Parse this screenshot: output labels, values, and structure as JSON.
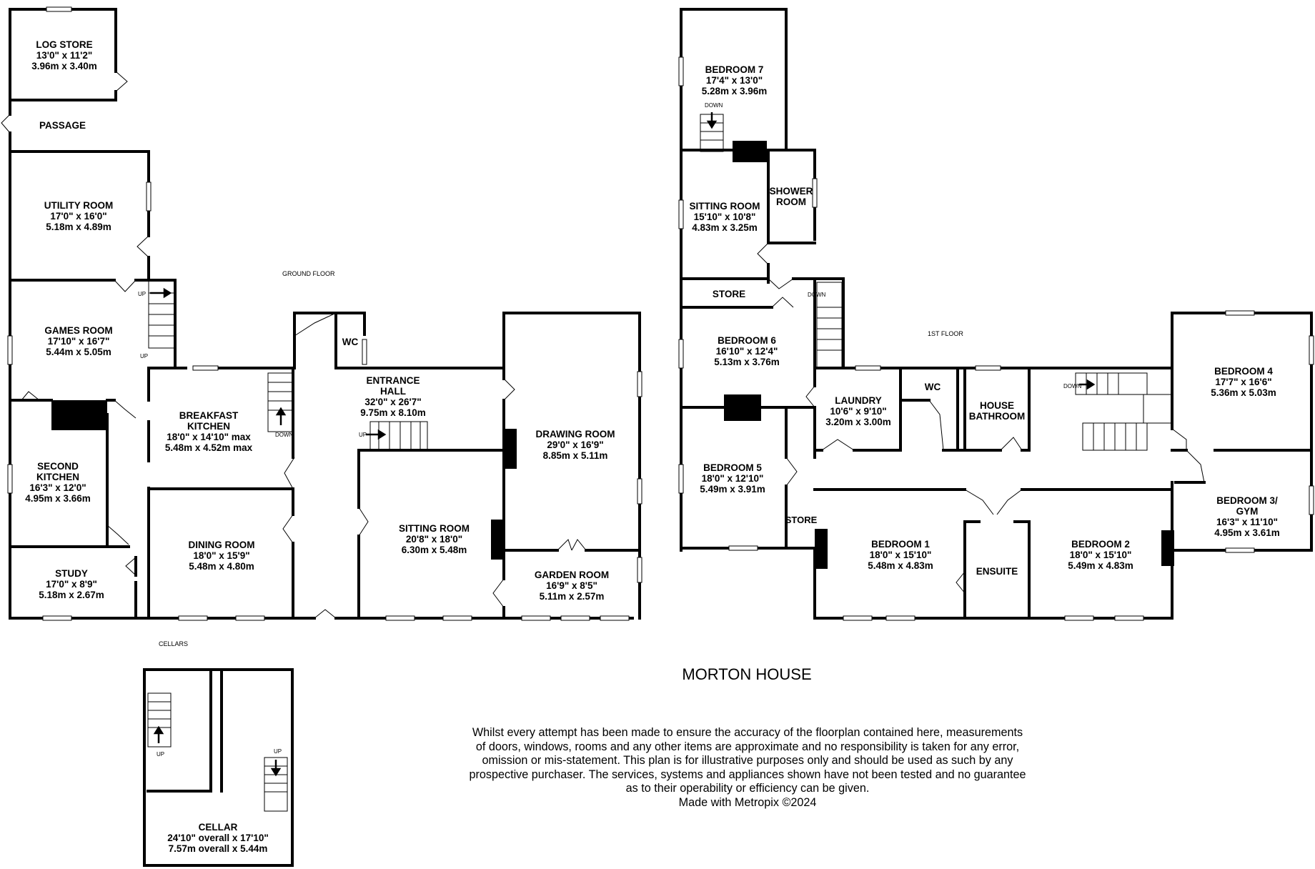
{
  "plan": {
    "title": "MORTON HOUSE",
    "floor_labels": {
      "ground": "GROUND FLOOR",
      "first": "1ST FLOOR",
      "cellars": "CELLARS"
    },
    "stair_labels": {
      "up": "UP",
      "down": "DOWN"
    },
    "disclaimer_lines": [
      "Whilst every attempt has been made to ensure the accuracy of the floorplan contained here, measurements",
      "of doors, windows, rooms and any other items are approximate and no responsibility is taken for any error,",
      "omission or mis-statement. This plan is for illustrative purposes only and should be used as such by any",
      "prospective purchaser. The services, systems and appliances shown have not been tested and no guarantee",
      "as to their operability or efficiency can be given.",
      "Made with Metropix ©2024"
    ]
  },
  "ground_floor": {
    "log_store": {
      "name": "LOG STORE",
      "imperial": "13'0\"  x 11'2\"",
      "metric": "3.96m  x 3.40m"
    },
    "passage": {
      "name": "PASSAGE"
    },
    "utility_room": {
      "name": "UTILITY ROOM",
      "imperial": "17'0\"  x 16'0\"",
      "metric": "5.18m  x 4.89m"
    },
    "games_room": {
      "name": "GAMES ROOM",
      "imperial": "17'10\"  x 16'7\"",
      "metric": "5.44m  x 5.05m"
    },
    "second_kitchen": {
      "name_line1": "SECOND",
      "name_line2": "KITCHEN",
      "imperial": "16'3\"  x 12'0\"",
      "metric": "4.95m  x 3.66m"
    },
    "study": {
      "name": "STUDY",
      "imperial": "17'0\"  x 8'9\"",
      "metric": "5.18m  x 2.67m"
    },
    "breakfast_kitchen": {
      "name_line1": "BREAKFAST",
      "name_line2": "KITCHEN",
      "imperial": "18'0\"  x 14'10\" max",
      "metric": "5.48m  x 4.52m max"
    },
    "dining_room": {
      "name": "DINING ROOM",
      "imperial": "18'0\"  x 15'9\"",
      "metric": "5.48m  x 4.80m"
    },
    "wc": {
      "name": "WC"
    },
    "entrance_hall": {
      "name_line1": "ENTRANCE",
      "name_line2": "HALL",
      "imperial": "32'0\"  x 26'7\"",
      "metric": "9.75m  x 8.10m"
    },
    "sitting_room": {
      "name": "SITTING ROOM",
      "imperial": "20'8\"  x 18'0\"",
      "metric": "6.30m  x 5.48m"
    },
    "drawing_room": {
      "name": "DRAWING ROOM",
      "imperial": "29'0\"  x 16'9\"",
      "metric": "8.85m  x 5.11m"
    },
    "garden_room": {
      "name": "GARDEN ROOM",
      "imperial": "16'9\"  x 8'5\"",
      "metric": "5.11m  x 2.57m"
    }
  },
  "first_floor": {
    "bedroom_7": {
      "name": "BEDROOM 7",
      "imperial": "17'4\"  x 13'0\"",
      "metric": "5.28m  x 3.96m"
    },
    "sitting_room": {
      "name": "SITTING ROOM",
      "imperial": "15'10\"  x 10'8\"",
      "metric": "4.83m  x 3.25m"
    },
    "shower_room": {
      "name_line1": "SHOWER",
      "name_line2": "ROOM"
    },
    "store_top": {
      "name": "STORE"
    },
    "bedroom_6": {
      "name": "BEDROOM 6",
      "imperial": "16'10\"  x 12'4\"",
      "metric": "5.13m  x 3.76m"
    },
    "bedroom_5": {
      "name": "BEDROOM 5",
      "imperial": "18'0\"  x 12'10\"",
      "metric": "5.49m  x 3.91m"
    },
    "store_small": {
      "name": "STORE"
    },
    "laundry": {
      "name": "LAUNDRY",
      "imperial": "10'6\"  x 9'10\"",
      "metric": "3.20m  x 3.00m"
    },
    "wc": {
      "name": "WC"
    },
    "house_bathroom": {
      "name_line1": "HOUSE",
      "name_line2": "BATHROOM"
    },
    "bedroom_4": {
      "name": "BEDROOM 4",
      "imperial": "17'7\"  x 16'6\"",
      "metric": "5.36m  x 5.03m"
    },
    "bedroom_3": {
      "name_line1": "BEDROOM 3/",
      "name_line2": "GYM",
      "imperial": "16'3\"  x 11'10\"",
      "metric": "4.95m  x 3.61m"
    },
    "bedroom_1": {
      "name": "BEDROOM 1",
      "imperial": "18'0\"  x 15'10\"",
      "metric": "5.48m  x 4.83m"
    },
    "ensuite": {
      "name": "ENSUITE"
    },
    "bedroom_2": {
      "name": "BEDROOM 2",
      "imperial": "18'0\"  x 15'10\"",
      "metric": "5.49m  x 4.83m"
    }
  },
  "cellars": {
    "cellar": {
      "name": "CELLAR",
      "imperial": "24'10\" overall x 17'10\"",
      "metric": "7.57m overall x 5.44m"
    }
  }
}
